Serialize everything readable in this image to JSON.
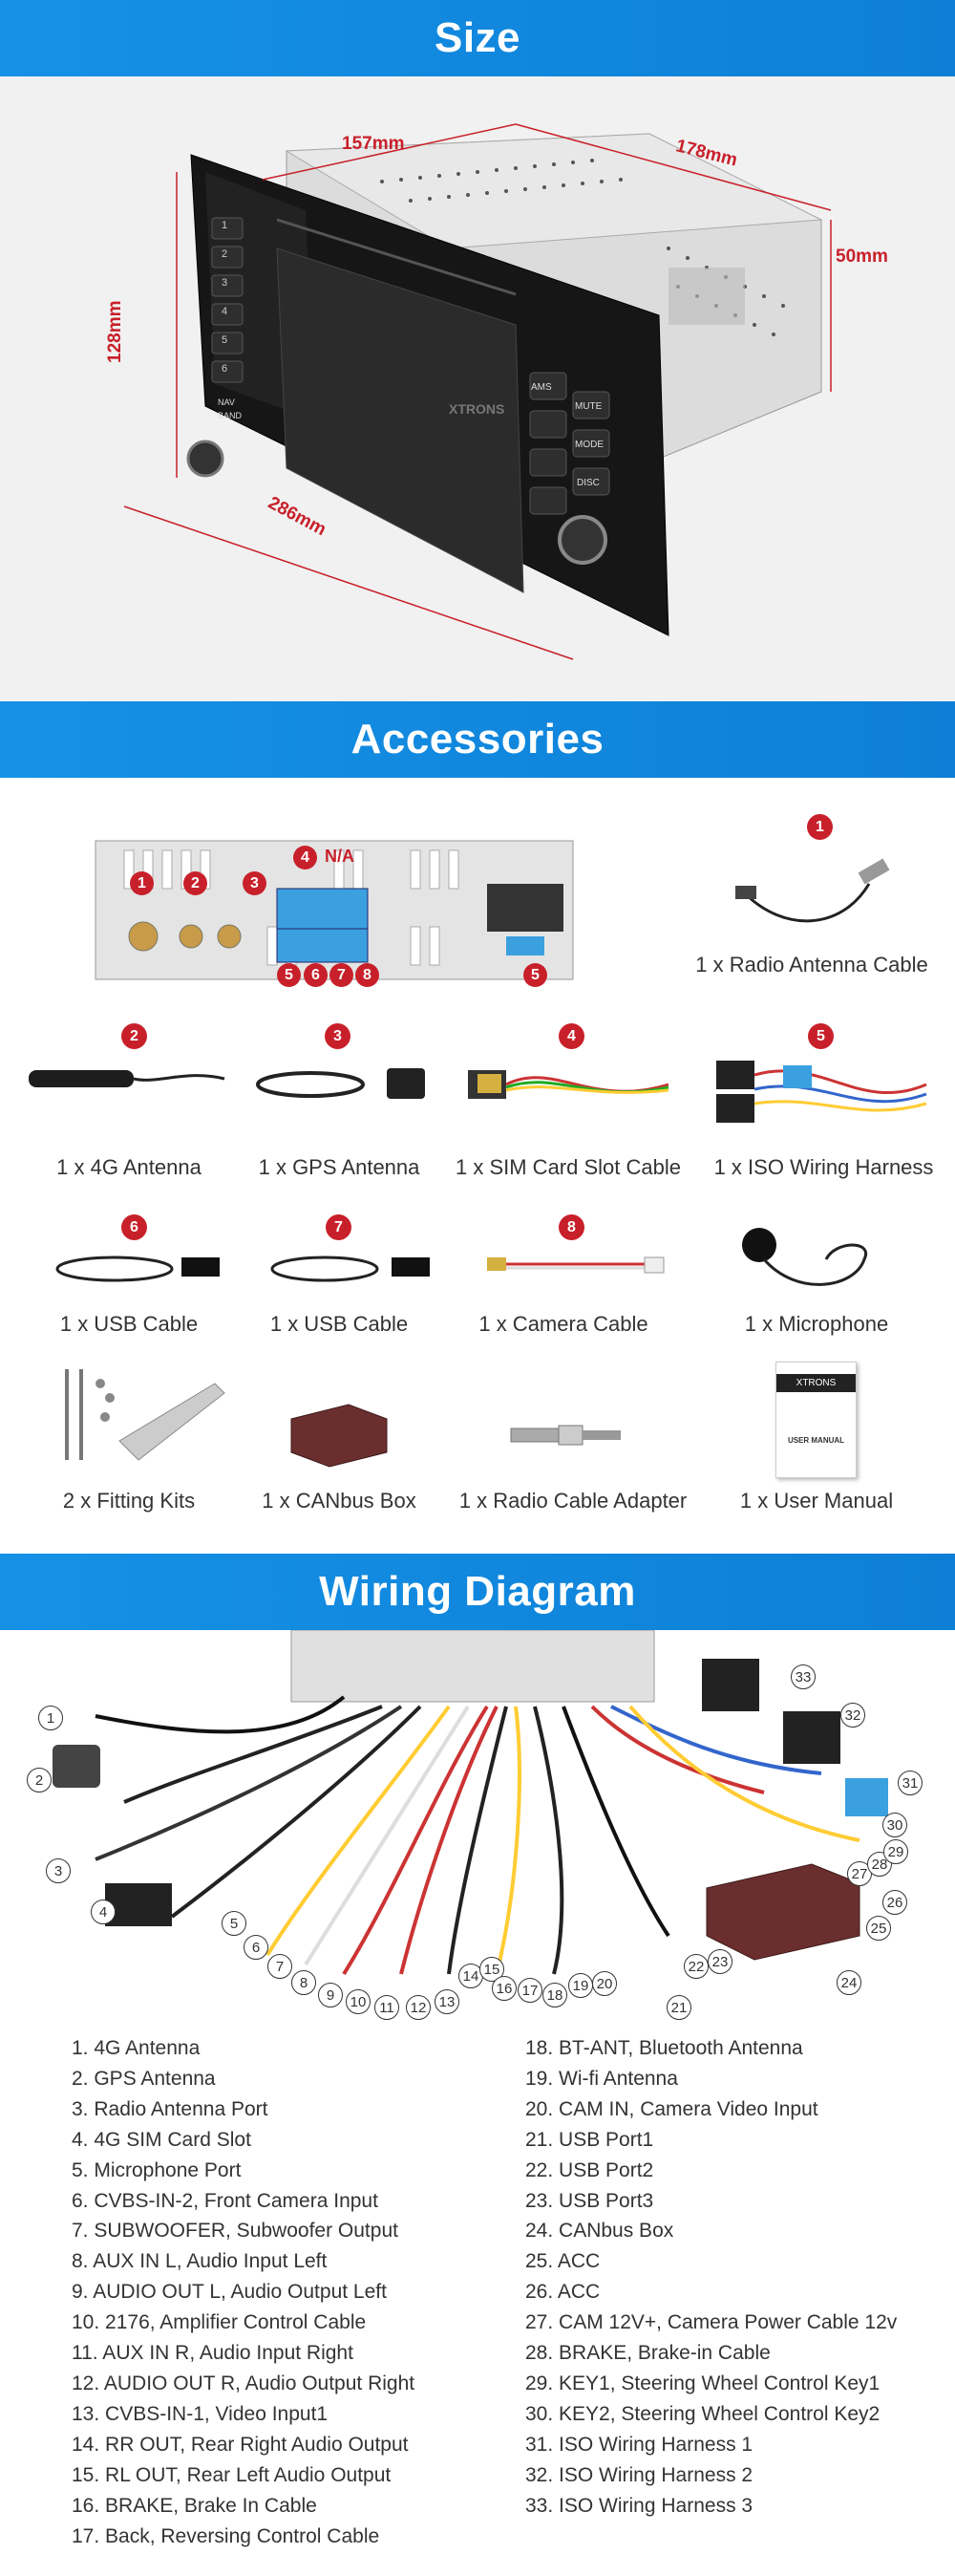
{
  "sections": {
    "size": "Size",
    "accessories": "Accessories",
    "wiring": "Wiring Diagram"
  },
  "dimensions": {
    "width": "157mm",
    "depth": "178mm",
    "height": "128mm",
    "thickness": "50mm",
    "front_width": "286mm"
  },
  "unit_buttons": {
    "ams": "AMS",
    "mute": "MUTE",
    "mode": "MODE",
    "disc": "DISC",
    "nav": "NAV",
    "band": "BAND",
    "brand": "XTRONS",
    "keys": [
      "1",
      "2",
      "3",
      "4",
      "5",
      "6"
    ]
  },
  "back_panel_labels": {
    "n1": "1",
    "n2": "2",
    "n3": "3",
    "n4": "4",
    "na": "N/A",
    "n5a": "5",
    "n6": "6",
    "n7": "7",
    "n8": "8",
    "n5b": "5"
  },
  "accessories": [
    {
      "num": "1",
      "caption": "1 x Radio Antenna Cable"
    },
    {
      "num": "2",
      "caption": "1 x 4G Antenna"
    },
    {
      "num": "3",
      "caption": "1 x GPS Antenna"
    },
    {
      "num": "4",
      "caption": "1 x SIM Card Slot Cable"
    },
    {
      "num": "5",
      "caption": "1 x ISO Wiring Harness"
    },
    {
      "num": "6",
      "caption": "1 x USB Cable"
    },
    {
      "num": "7",
      "caption": "1 x USB Cable"
    },
    {
      "num": "8",
      "caption": "1 x Camera Cable"
    },
    {
      "num": "",
      "caption": "1 x Microphone"
    },
    {
      "num": "",
      "caption": "2 x Fitting Kits"
    },
    {
      "num": "",
      "caption": "1 x CANbus Box"
    },
    {
      "num": "",
      "caption": "1 x Radio Cable Adapter"
    },
    {
      "num": "",
      "caption": "1 x User Manual"
    }
  ],
  "manual_text": {
    "brand": "XTRONS",
    "title": "USER MANUAL"
  },
  "wiring_numbers": [
    "1",
    "2",
    "3",
    "4",
    "5",
    "6",
    "7",
    "8",
    "9",
    "10",
    "11",
    "12",
    "13",
    "14",
    "15",
    "16",
    "17",
    "18",
    "19",
    "20",
    "21",
    "22",
    "23",
    "24",
    "25",
    "26",
    "27",
    "28",
    "29",
    "30",
    "31",
    "32",
    "33"
  ],
  "legend_left": [
    "1. 4G Antenna",
    "2. GPS Antenna",
    "3. Radio Antenna Port",
    "4. 4G SIM Card Slot",
    "5. Microphone Port",
    "6. CVBS-IN-2, Front Camera Input",
    "7. SUBWOOFER, Subwoofer Output",
    "8. AUX IN L, Audio Input Left",
    "9. AUDIO OUT L, Audio Output Left",
    "10. 2176, Amplifier Control Cable",
    "11. AUX IN R, Audio Input Right",
    "12. AUDIO OUT R, Audio Output Right",
    "13. CVBS-IN-1, Video Input1",
    "14. RR OUT, Rear Right Audio Output",
    "15. RL OUT, Rear Left Audio Output",
    "16. BRAKE, Brake In Cable",
    "17. Back, Reversing Control Cable"
  ],
  "legend_right": [
    "18. BT-ANT, Bluetooth Antenna",
    "19. Wi-fi Antenna",
    "20. CAM IN, Camera Video Input",
    "21. USB Port1",
    "22. USB Port2",
    "23. USB Port3",
    "24. CANbus Box",
    "25. ACC",
    "26. ACC",
    "27. CAM 12V+, Camera Power Cable 12v",
    "28. BRAKE, Brake-in Cable",
    "29. KEY1, Steering Wheel Control Key1",
    "30. KEY2, Steering Wheel Control Key2",
    "31. ISO Wiring Harness 1",
    "32. ISO Wiring Harness 2",
    "33. ISO Wiring Harness 3"
  ],
  "colors": {
    "banner": "#1591e6",
    "marker": "#c8202a",
    "panel": "#f1f1f1"
  }
}
